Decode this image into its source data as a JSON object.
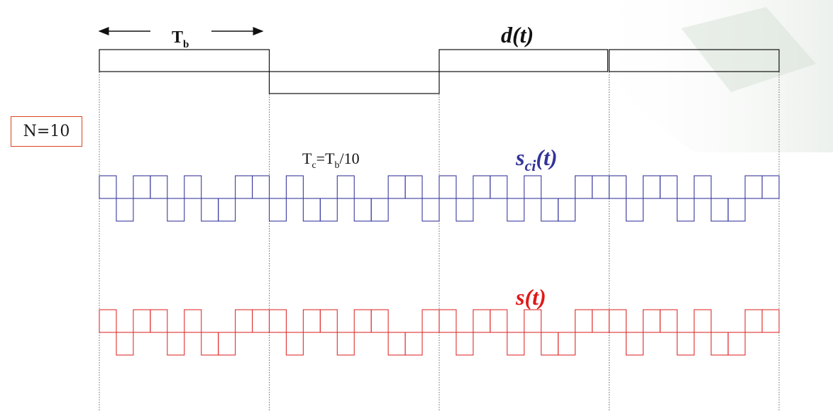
{
  "labels": {
    "tb_main": "T",
    "tb_sub": "b",
    "d_label": "d(t)",
    "n_label": "N=10",
    "tc_T1": "T",
    "tc_sub1": "c",
    "tc_mid": "=T",
    "tc_sub2": "b",
    "tc_tail": "/10",
    "sci_main": "s",
    "sci_sub": "ci",
    "sci_arg": "(t)",
    "st_label": "s(t)"
  },
  "colors": {
    "data": "#111111",
    "code": "#3a3aa0",
    "product": "#e03030",
    "guide": "#444444",
    "nbox_border": "#d9441c",
    "code_label": "#33339a",
    "product_label": "#e01818"
  },
  "signals": {
    "data_bits": [
      1,
      -1,
      1,
      1
    ],
    "chips_per_bit": 10,
    "code_chips": [
      1,
      -1,
      1,
      1,
      -1,
      1,
      -1,
      -1,
      1,
      1,
      -1,
      1,
      -1,
      -1,
      1,
      -1,
      -1,
      1,
      1,
      -1,
      1,
      -1,
      1,
      1,
      -1,
      1,
      -1,
      -1,
      1,
      1,
      1,
      -1,
      1,
      1,
      -1,
      1,
      -1,
      -1,
      1,
      1
    ],
    "product_chips": [
      1,
      -1,
      1,
      1,
      -1,
      1,
      -1,
      -1,
      1,
      1,
      1,
      -1,
      1,
      1,
      -1,
      1,
      1,
      -1,
      -1,
      1,
      1,
      -1,
      1,
      1,
      -1,
      1,
      -1,
      -1,
      1,
      1,
      1,
      -1,
      1,
      1,
      -1,
      1,
      -1,
      -1,
      1,
      1
    ]
  }
}
